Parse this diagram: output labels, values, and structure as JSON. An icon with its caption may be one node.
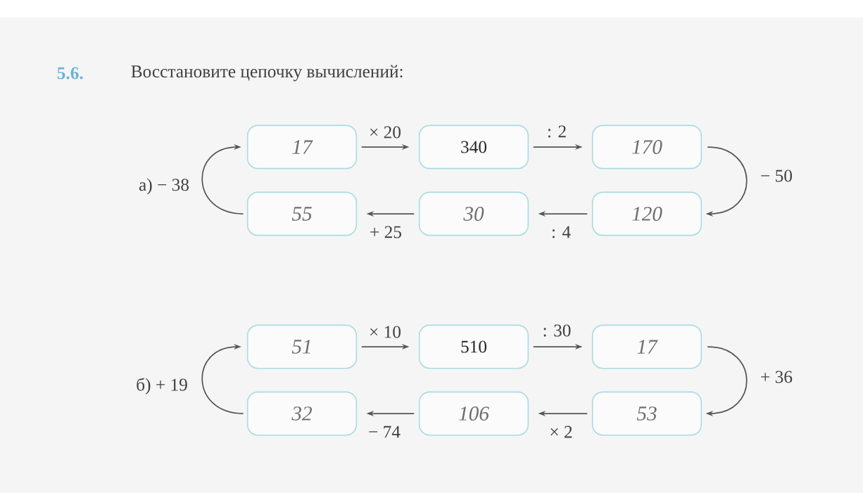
{
  "diagram": {
    "title": "Восстановите цепочку вычислений:",
    "nodes": [
      {
        "text": [
          "17"
        ]
      },
      {
        "text": [
          "340"
        ]
      },
      {
        "text": [
          "170"
        ]
      },
      {
        "text": [
          "120"
        ]
      },
      {
        "text": [
          "30"
        ]
      },
      {
        "text": [
          "55"
        ]
      },
      {
        "text": [
          "51"
        ]
      },
      {
        "text": [
          "510"
        ]
      },
      {
        "text": [
          "17"
        ]
      },
      {
        "text": [
          "53"
        ]
      },
      {
        "text": [
          "106"
        ]
      },
      {
        "text": [
          "32"
        ]
      }
    ],
    "edges": [
      {
        "from": 0,
        "to": 1,
        "arrow": "to",
        "label": "× 20"
      },
      {
        "from": 1,
        "to": 2,
        "arrow": "to",
        "label": ": 2"
      },
      {
        "from": 2,
        "to": 3,
        "arrow": "to",
        "label": "− 50"
      },
      {
        "from": 3,
        "to": 4,
        "arrow": "to",
        "label": ": 4"
      },
      {
        "from": 4,
        "to": 5,
        "arrow": "to",
        "label": "+ 25"
      },
      {
        "from": 5,
        "to": 0,
        "arrow": "to",
        "label": "а) − 38"
      },
      {
        "from": 6,
        "to": 7,
        "arrow": "to",
        "label": "× 10"
      },
      {
        "from": 7,
        "to": 8,
        "arrow": "to",
        "label": ": 30"
      },
      {
        "from": 8,
        "to": 9,
        "arrow": "to",
        "label": "+ 36"
      },
      {
        "from": 9,
        "to": 10,
        "arrow": "to",
        "label": "× 2"
      },
      {
        "from": 10,
        "to": 11,
        "arrow": "to",
        "label": "− 74"
      },
      {
        "from": 11,
        "to": 6,
        "arrow": "to",
        "label": "б) + 19"
      }
    ],
    "labels": [
      "5.6."
    ]
  }
}
